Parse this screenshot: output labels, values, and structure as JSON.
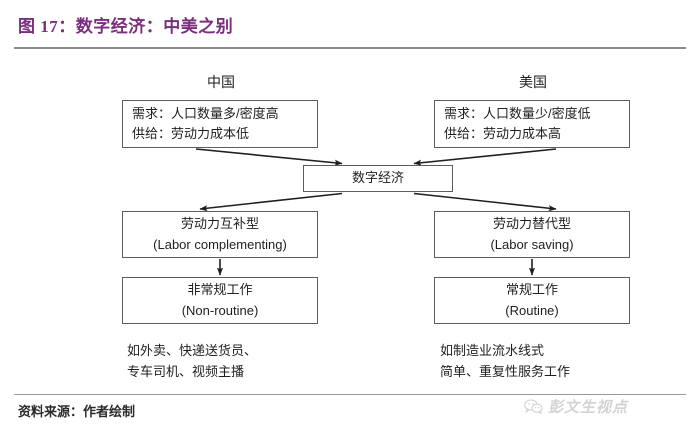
{
  "figure": {
    "title": "图 17：数字经济：中美之别",
    "source_note": "资料来源：作者绘制",
    "title_color": "#7b2d7e"
  },
  "watermark": {
    "text": "彭文生视点",
    "icon": "wechat-icon"
  },
  "columns": {
    "china_heading": "中国",
    "us_heading": "美国"
  },
  "nodes": {
    "china_condition": {
      "line1": "需求：人口数量多/密度高",
      "line2": "供给：劳动力成本低"
    },
    "us_condition": {
      "line1": "需求：人口数量少/密度低",
      "line2": "供给：劳动力成本高"
    },
    "hub": {
      "label": "数字经济"
    },
    "labor_complementing": {
      "line1": "劳动力互补型",
      "line2": "(Labor complementing)"
    },
    "labor_saving": {
      "line1": "劳动力替代型",
      "line2": "(Labor saving)"
    },
    "non_routine": {
      "line1": "非常规工作",
      "line2": "(Non-routine)"
    },
    "routine": {
      "line1": "常规工作",
      "line2": "(Routine)"
    }
  },
  "examples": {
    "left_line1": "如外卖、快递送货员、",
    "left_line2": "专车司机、视频主播",
    "right_line1": "如制造业流水线式",
    "right_line2": "简单、重复性服务工作"
  }
}
